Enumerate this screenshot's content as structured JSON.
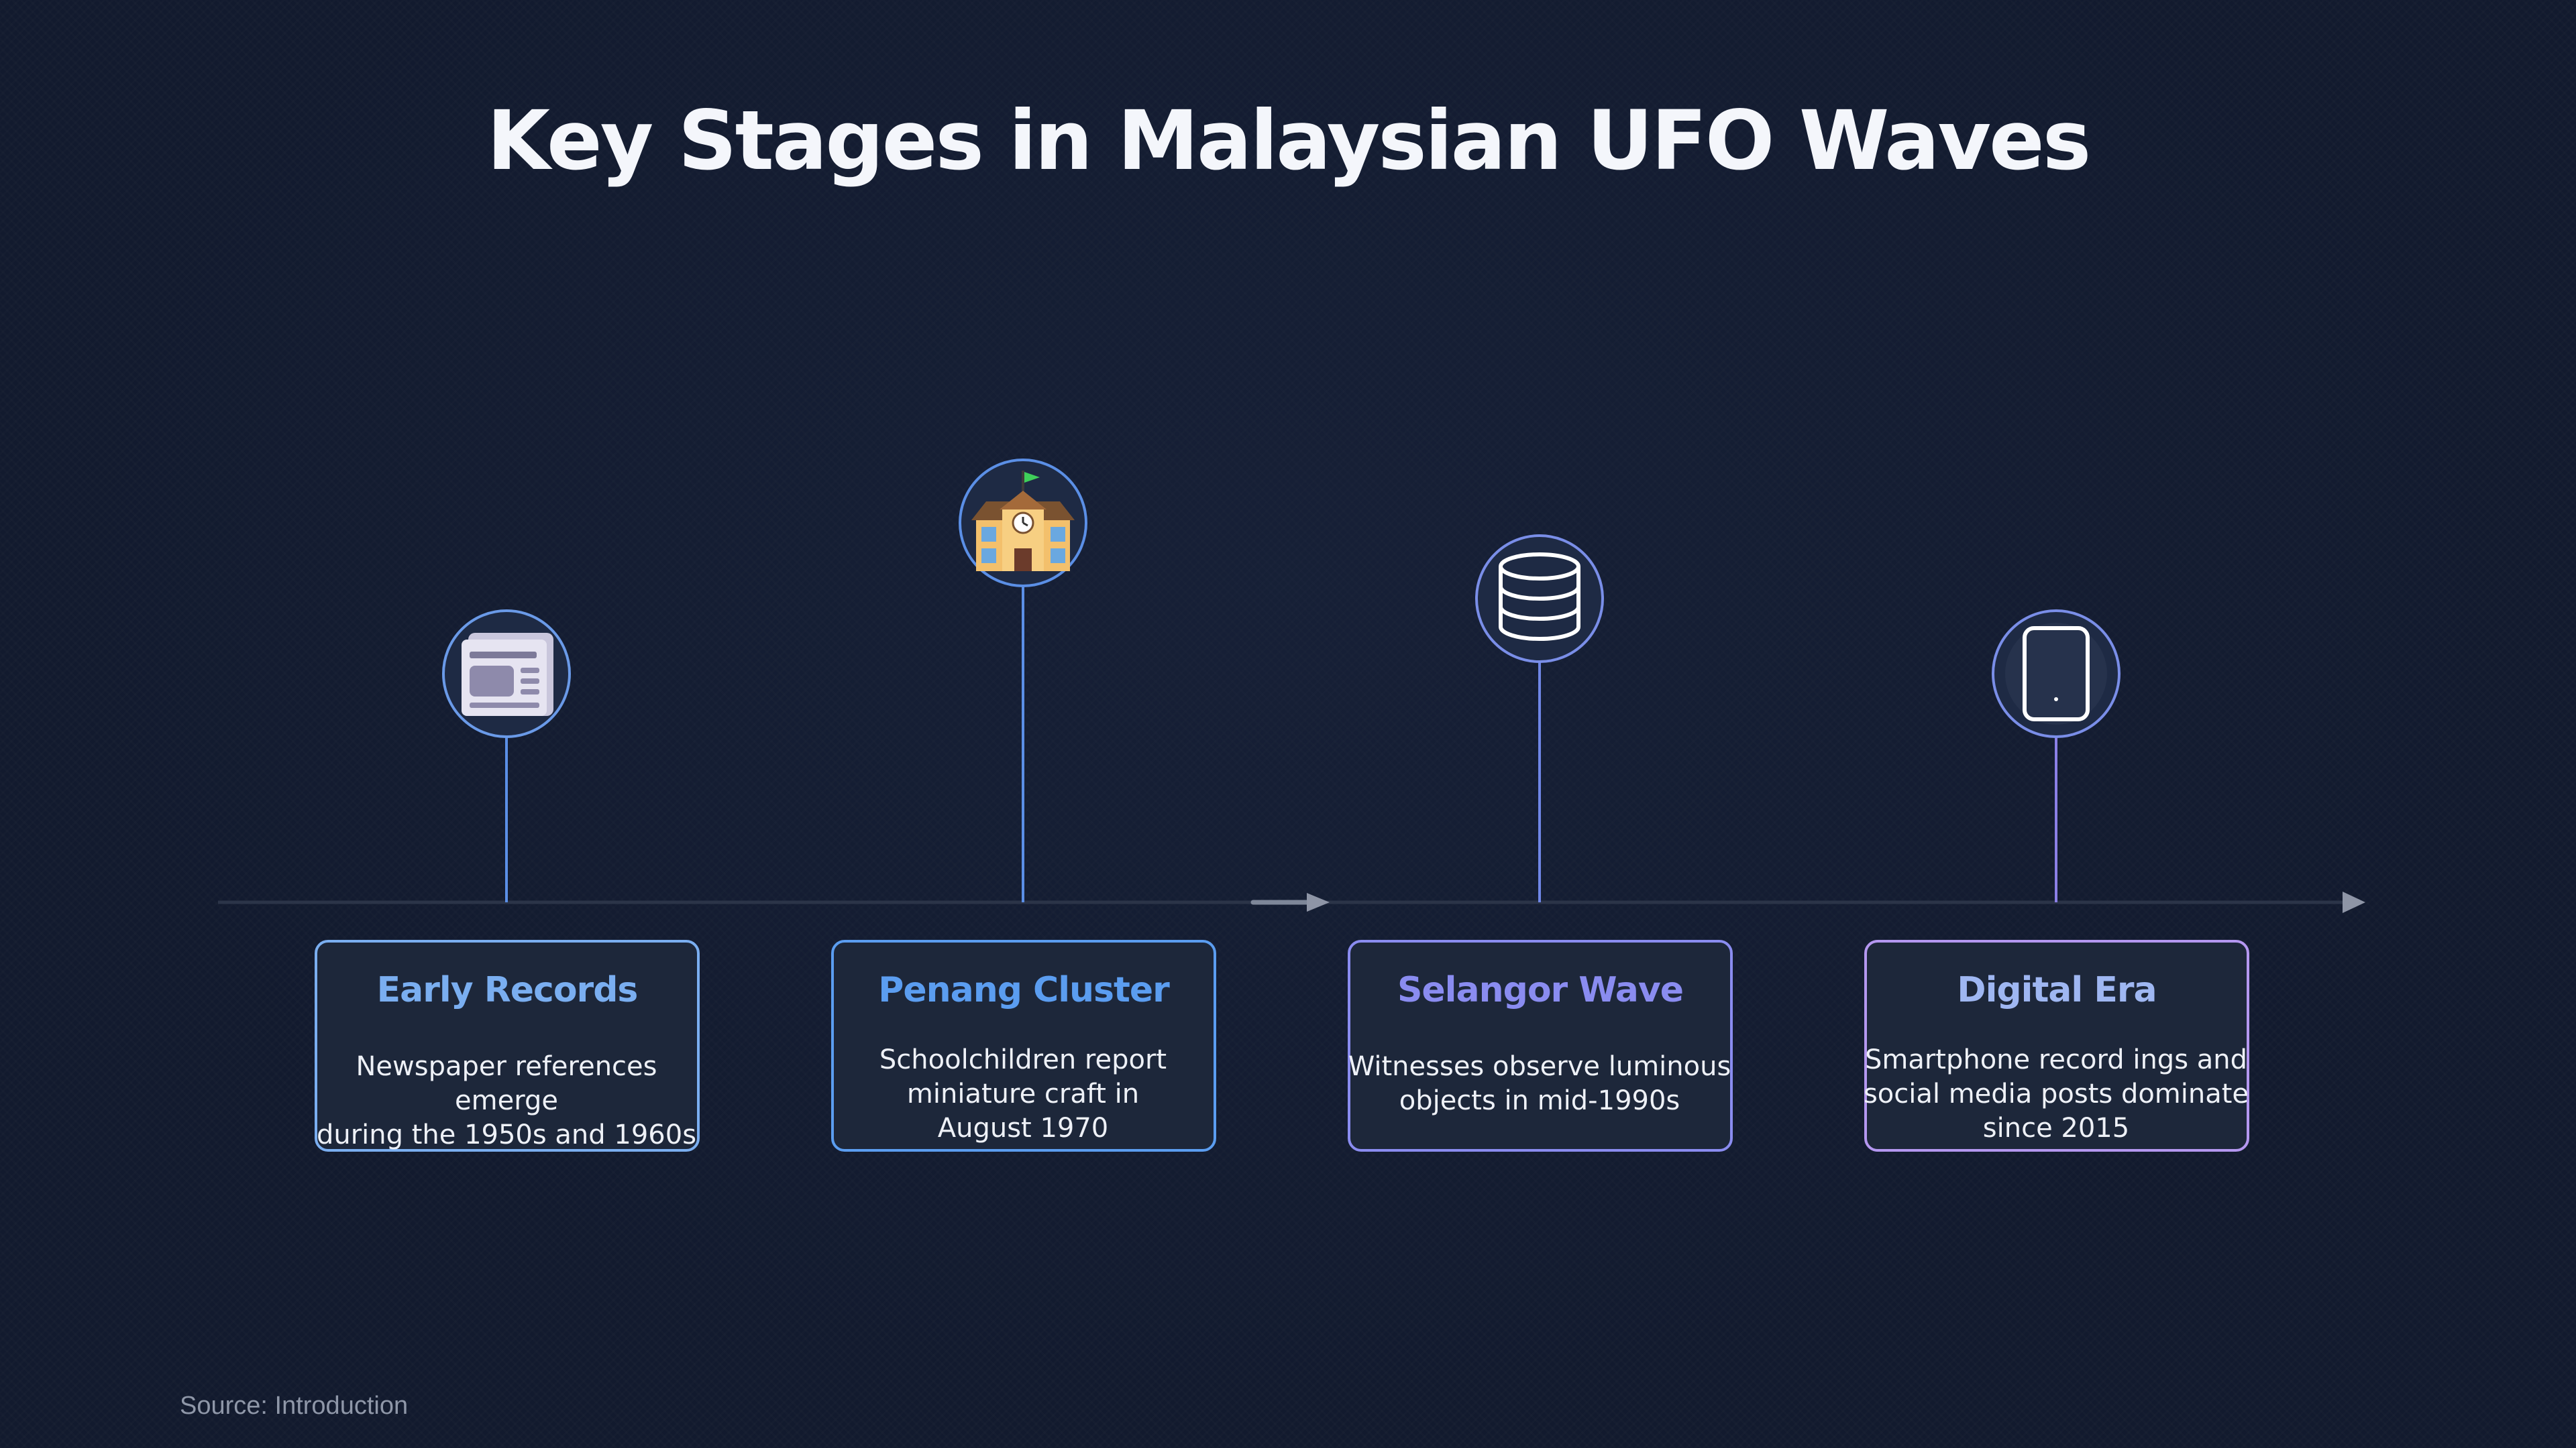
{
  "title": "Key Stages in Malaysian UFO Waves",
  "source": "Source: Introduction",
  "colors": {
    "background": "#121a2e",
    "axis": "#2b3448",
    "card_fill": "#1d273a"
  },
  "stages": [
    {
      "heading": "Early Records",
      "description_lines": [
        "Newspaper references emerge",
        "during the 1950s and 1960s"
      ],
      "icon": "newspaper-icon",
      "color": "#7aaef0"
    },
    {
      "heading": "Penang Cluster",
      "description_lines": [
        "Schoolchildren report",
        "miniature craft in",
        "August 1970"
      ],
      "icon": "school-icon",
      "color": "#5b9df0"
    },
    {
      "heading": "Selangor Wave",
      "description_lines": [
        "Witnesses observe luminous",
        "objects in mid-1990s"
      ],
      "icon": "database-icon",
      "color": "#8a8cf0"
    },
    {
      "heading": "Digital Era",
      "description_lines": [
        "Smartphone record ings and",
        "social media posts dominate",
        "since 2015"
      ],
      "icon": "smartphone-icon",
      "color": "#9fb7f2"
    }
  ]
}
